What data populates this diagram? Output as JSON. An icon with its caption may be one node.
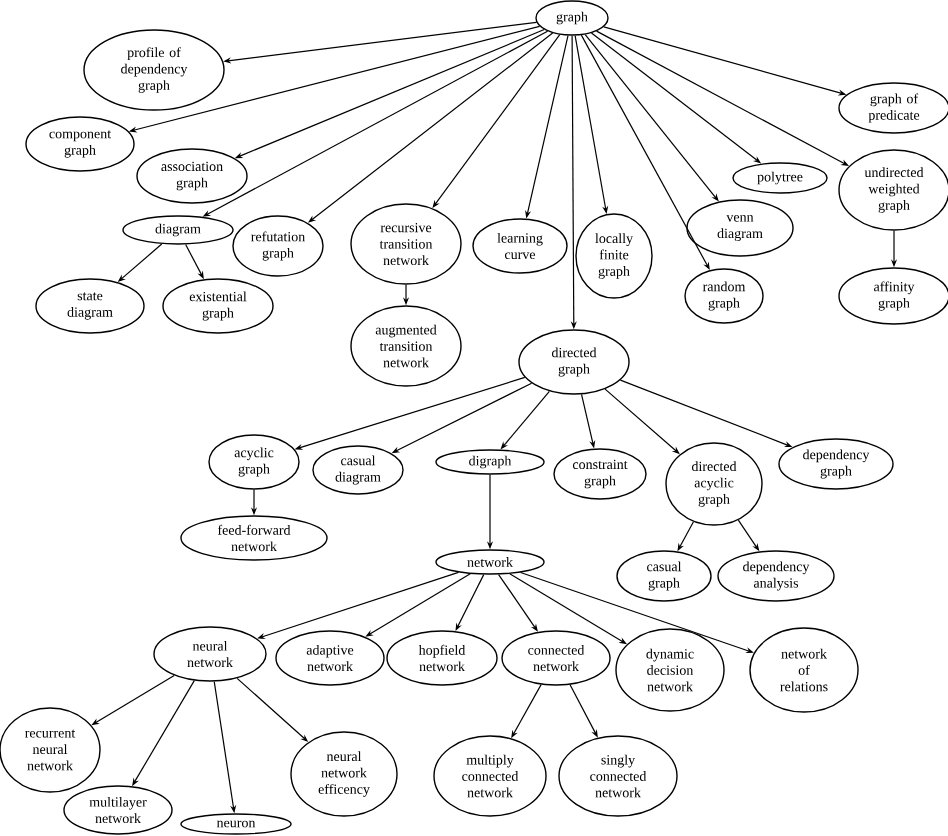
{
  "diagram": {
    "nodes": [
      {
        "text": [
          "graph"
        ]
      },
      {
        "text": [
          "profile of dependency graph"
        ]
      },
      {
        "text": [
          "component graph"
        ]
      },
      {
        "text": [
          "association graph"
        ]
      },
      {
        "text": [
          "diagram"
        ]
      },
      {
        "text": [
          "state diagram"
        ]
      },
      {
        "text": [
          "existential graph"
        ]
      },
      {
        "text": [
          "refutation graph"
        ]
      },
      {
        "text": [
          "recursive transition network"
        ]
      },
      {
        "text": [
          "augmented transition network"
        ]
      },
      {
        "text": [
          "learning curve"
        ]
      },
      {
        "text": [
          "locally finite graph"
        ]
      },
      {
        "text": [
          "random graph"
        ]
      },
      {
        "text": [
          "venn diagram"
        ]
      },
      {
        "text": [
          "polytree"
        ]
      },
      {
        "text": [
          "graph of predicate"
        ]
      },
      {
        "text": [
          "undirected weighted graph"
        ]
      },
      {
        "text": [
          "affinity graph"
        ]
      },
      {
        "text": [
          "directed graph"
        ]
      },
      {
        "text": [
          "acyclic graph"
        ]
      },
      {
        "text": [
          "casual diagram"
        ]
      },
      {
        "text": [
          "digraph"
        ]
      },
      {
        "text": [
          "constraint graph"
        ]
      },
      {
        "text": [
          "directed acyclic graph"
        ]
      },
      {
        "text": [
          "dependency graph"
        ]
      },
      {
        "text": [
          "feed-forward network"
        ]
      },
      {
        "text": [
          "network"
        ]
      },
      {
        "text": [
          "casual graph"
        ]
      },
      {
        "text": [
          "dependency analysis"
        ]
      },
      {
        "text": [
          "neural network"
        ]
      },
      {
        "text": [
          "adaptive network"
        ]
      },
      {
        "text": [
          "hopfield network"
        ]
      },
      {
        "text": [
          "connected network"
        ]
      },
      {
        "text": [
          "dynamic decision network"
        ]
      },
      {
        "text": [
          "network of relations"
        ]
      },
      {
        "text": [
          "recurrent neural network"
        ]
      },
      {
        "text": [
          "multilayer network"
        ]
      },
      {
        "text": [
          "neuron"
        ]
      },
      {
        "text": [
          "neural network efficency"
        ]
      },
      {
        "text": [
          "multiply connected network"
        ]
      },
      {
        "text": [
          "singly connected network"
        ]
      }
    ],
    "edges": [
      {
        "from": 0,
        "to": 1,
        "arrow": "to"
      },
      {
        "from": 0,
        "to": 2,
        "arrow": "to"
      },
      {
        "from": 0,
        "to": 3,
        "arrow": "to"
      },
      {
        "from": 0,
        "to": 4,
        "arrow": "to"
      },
      {
        "from": 0,
        "to": 7,
        "arrow": "to"
      },
      {
        "from": 0,
        "to": 8,
        "arrow": "to"
      },
      {
        "from": 0,
        "to": 10,
        "arrow": "to"
      },
      {
        "from": 0,
        "to": 11,
        "arrow": "to"
      },
      {
        "from": 0,
        "to": 12,
        "arrow": "to"
      },
      {
        "from": 0,
        "to": 13,
        "arrow": "to"
      },
      {
        "from": 0,
        "to": 14,
        "arrow": "to"
      },
      {
        "from": 0,
        "to": 15,
        "arrow": "to"
      },
      {
        "from": 0,
        "to": 16,
        "arrow": "to"
      },
      {
        "from": 0,
        "to": 18,
        "arrow": "to"
      },
      {
        "from": 4,
        "to": 5,
        "arrow": "to"
      },
      {
        "from": 4,
        "to": 6,
        "arrow": "to"
      },
      {
        "from": 8,
        "to": 9,
        "arrow": "to"
      },
      {
        "from": 16,
        "to": 17,
        "arrow": "to"
      },
      {
        "from": 18,
        "to": 19,
        "arrow": "to"
      },
      {
        "from": 18,
        "to": 20,
        "arrow": "to"
      },
      {
        "from": 18,
        "to": 21,
        "arrow": "to"
      },
      {
        "from": 18,
        "to": 22,
        "arrow": "to"
      },
      {
        "from": 18,
        "to": 23,
        "arrow": "to"
      },
      {
        "from": 18,
        "to": 24,
        "arrow": "to"
      },
      {
        "from": 19,
        "to": 25,
        "arrow": "to"
      },
      {
        "from": 21,
        "to": 26,
        "arrow": "to"
      },
      {
        "from": 23,
        "to": 27,
        "arrow": "to"
      },
      {
        "from": 23,
        "to": 28,
        "arrow": "to"
      },
      {
        "from": 26,
        "to": 29,
        "arrow": "to"
      },
      {
        "from": 26,
        "to": 30,
        "arrow": "to"
      },
      {
        "from": 26,
        "to": 31,
        "arrow": "to"
      },
      {
        "from": 26,
        "to": 32,
        "arrow": "to"
      },
      {
        "from": 26,
        "to": 33,
        "arrow": "to"
      },
      {
        "from": 26,
        "to": 34,
        "arrow": "to"
      },
      {
        "from": 29,
        "to": 35,
        "arrow": "to"
      },
      {
        "from": 29,
        "to": 36,
        "arrow": "to"
      },
      {
        "from": 29,
        "to": 37,
        "arrow": "to"
      },
      {
        "from": 29,
        "to": 38,
        "arrow": "to"
      },
      {
        "from": 32,
        "to": 39,
        "arrow": "to"
      },
      {
        "from": 32,
        "to": 40,
        "arrow": "to"
      }
    ]
  }
}
